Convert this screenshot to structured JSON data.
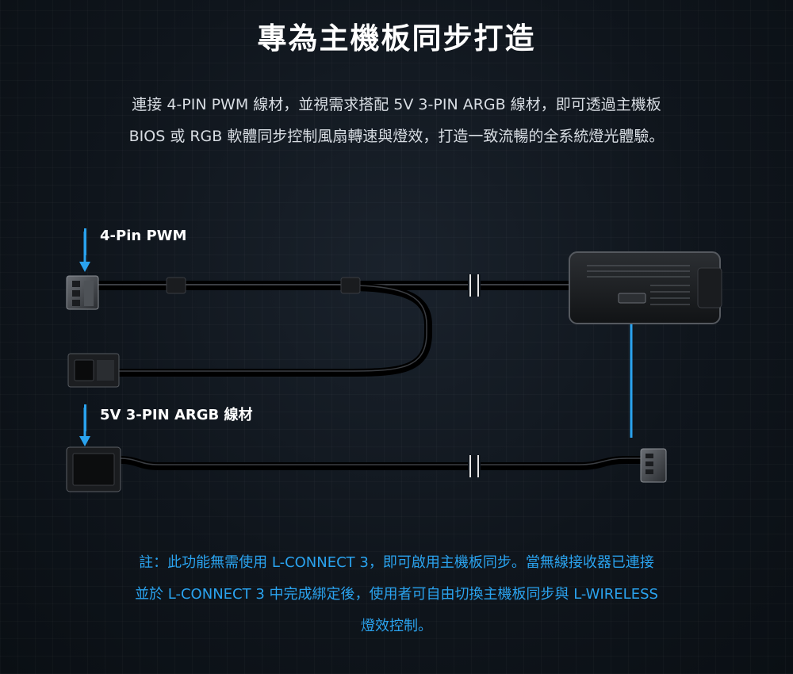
{
  "title": "專為主機板同步打造",
  "description": {
    "line1": "連接 4-PIN PWM 線材，並視需求搭配 5V 3-PIN ARGB 線材，即可透過主機板",
    "line2": "BIOS 或 RGB 軟體同步控制風扇轉速與燈效，打造一致流暢的全系統燈光體驗。"
  },
  "labels": {
    "pwm": "4-Pin PWM",
    "argb": "5V 3-PIN ARGB 線材"
  },
  "note": {
    "line1": "註：此功能無需使用 L-CONNECT 3，即可啟用主機板同步。當無線接收器已連接",
    "line2": "並於 L-CONNECT 3 中完成綁定後，使用者可自由切換主機板同步與 L-WIRELESS",
    "line3": "燈效控制。"
  },
  "colors": {
    "accent": "#2aa3ef",
    "background": "#0f151c",
    "text": "#ffffff"
  },
  "icons": {
    "arrow": "arrow-down-icon",
    "break": "cable-break-icon"
  }
}
